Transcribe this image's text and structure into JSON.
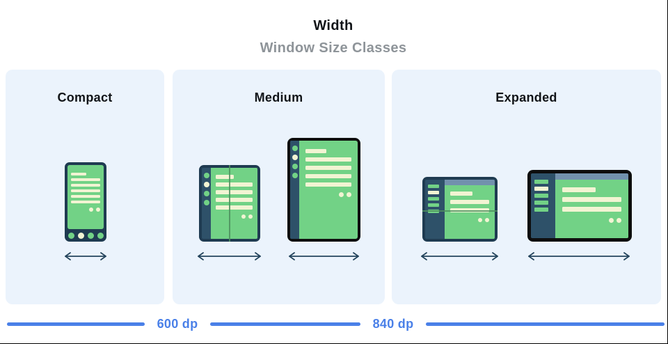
{
  "header": {
    "title": "Width",
    "subtitle": "Window Size Classes"
  },
  "panels": [
    {
      "label": "Compact",
      "devices": [
        {
          "name": "phone-portrait"
        }
      ]
    },
    {
      "label": "Medium",
      "devices": [
        {
          "name": "foldable-portrait"
        },
        {
          "name": "tablet-portrait"
        }
      ]
    },
    {
      "label": "Expanded",
      "devices": [
        {
          "name": "foldable-landscape"
        },
        {
          "name": "desktop-landscape"
        }
      ]
    }
  ],
  "ruler": {
    "breakpoint_labels": [
      "600 dp",
      "840 dp"
    ]
  },
  "colors": {
    "accent_blue": "#4A80E8",
    "panel_bg": "#EBF3FC",
    "title_black": "#111418",
    "subtitle_gray": "#8E9499",
    "frame_navy": "#1F3B51",
    "rail_navy": "#2E5169",
    "screen_green": "#72D286",
    "content_cream": "#F2F4D3",
    "header_slate": "#7291AD",
    "fold_green": "#4E8F5E",
    "frame_black": "#0D0D0D",
    "arrow_navy": "#24445C"
  }
}
